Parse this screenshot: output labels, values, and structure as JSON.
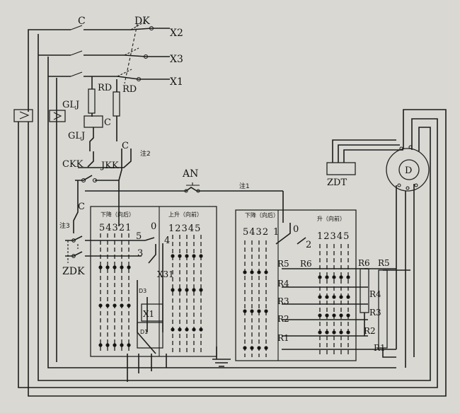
{
  "labels": {
    "c_top": "C",
    "dk": "DK",
    "x2": "X2",
    "x3": "X3",
    "x1": "X1",
    "rd_left": "RD",
    "rd_right": "RD",
    "glj_upper": "GLJ",
    "glj_lower": "GLJ",
    "c_coil": "C",
    "c_mid": "C",
    "ckk": "CKK",
    "jkk": "JKK",
    "note2": "注2",
    "an": "AN",
    "note1": "注1",
    "c_low": "C",
    "note3": "注3",
    "zdk": "ZDK",
    "zdt": "ZDT",
    "motor": "D",
    "x31": "X31",
    "x1_low": "X1",
    "d3": "D3",
    "d1": "D1",
    "left_down": "下降（向后）",
    "left_up": "上升（向前）",
    "right_down": "下降（向后）",
    "right_up": "升（向前）",
    "left_down_nums": "54321",
    "left_up_nums": "12345",
    "right_down_nums": "5432",
    "right_up_nums": "12345",
    "l_zero": "0",
    "l_five": "5",
    "l_four": "4",
    "l_three": "3",
    "r_one": "1",
    "r_zero": "0",
    "r_two": "2",
    "r5": "R5",
    "r6": "R6",
    "r4": "R4",
    "r3": "R3",
    "r2": "R2",
    "r1": "R1",
    "rr6": "R6",
    "rr5": "R5",
    "rr4": "R4",
    "rr3": "R3",
    "rr2": "R2",
    "rr1": "R1"
  }
}
